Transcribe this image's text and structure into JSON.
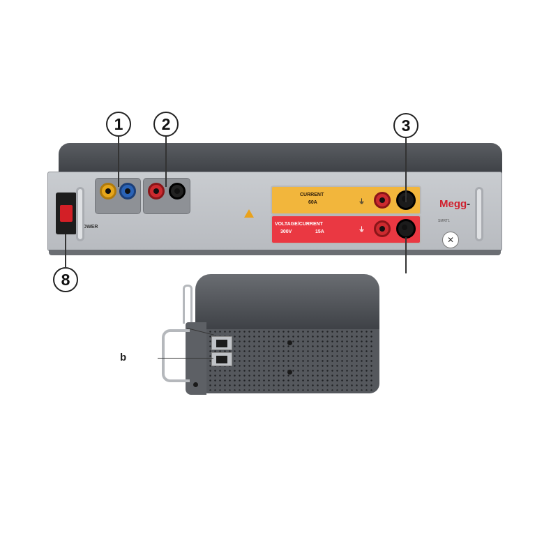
{
  "callouts": [
    "1",
    "2",
    "3",
    "8"
  ],
  "front_panel": {
    "power_label": "POWER",
    "current_panel": {
      "title": "CURRENT",
      "rating": "60A"
    },
    "voltage_panel": {
      "title": "VOLTAGE/CURRENT",
      "voltage": "300V",
      "current": "15A"
    },
    "ground_symbol": "⏚",
    "brand": "Megg",
    "brand_suffix": "-",
    "model": "SMRT1",
    "warning_icon": "warning-triangle-icon"
  },
  "side_view": {
    "label": "b"
  },
  "colors": {
    "current_panel": "#f2b63c",
    "voltage_panel": "#ea3842",
    "callout_border": "#222222",
    "unit_body": "#55585d"
  }
}
